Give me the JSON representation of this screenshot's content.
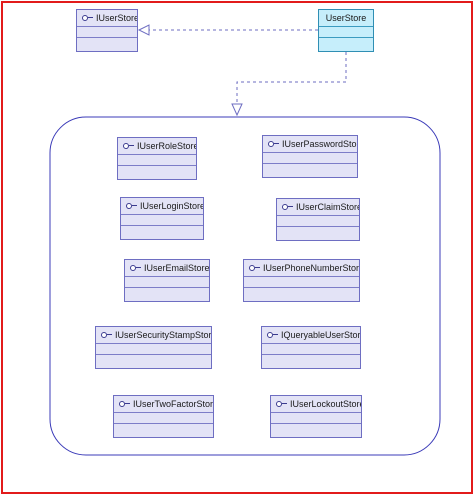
{
  "diagram": {
    "classes": [
      {
        "id": "iuserstore",
        "label": "IUserStore",
        "interface": true
      },
      {
        "id": "userstore",
        "label": "UserStore",
        "interface": false
      },
      {
        "id": "iuserrolestore",
        "label": "IUserRoleStore",
        "interface": true
      },
      {
        "id": "iuserpasswordstore",
        "label": "IUserPasswordStore",
        "interface": true
      },
      {
        "id": "iuserloginstore",
        "label": "IUserLoginStore",
        "interface": true
      },
      {
        "id": "iuserclaimstore",
        "label": "IUserClaimStore",
        "interface": true
      },
      {
        "id": "iuseremailstore",
        "label": "IUserEmailStore",
        "interface": true
      },
      {
        "id": "iuserphonenumberstore",
        "label": "IUserPhoneNumberStore",
        "interface": true
      },
      {
        "id": "iusersecuritystampstore",
        "label": "IUserSecurityStampStore",
        "interface": true
      },
      {
        "id": "iqueryableuserstore",
        "label": "IQueryableUserStore",
        "interface": true
      },
      {
        "id": "iusertwofactorstore",
        "label": "IUserTwoFactorStore",
        "interface": true
      },
      {
        "id": "iuserlockoutstore",
        "label": "IUserLockoutStore",
        "interface": true
      }
    ],
    "relations": [
      {
        "from": "userstore",
        "to": "iuserstore",
        "type": "realization"
      },
      {
        "from": "userstore",
        "to": "interface-group",
        "type": "realization"
      }
    ],
    "colors": {
      "frame": "#e21b1b",
      "interface_fill": "#e3e3f6",
      "interface_border": "#6e6ec2",
      "class_fill": "#c6eefb",
      "class_border": "#2f8fb4",
      "connector": "#6e6ec2",
      "group_border": "#3b3bb8"
    }
  }
}
